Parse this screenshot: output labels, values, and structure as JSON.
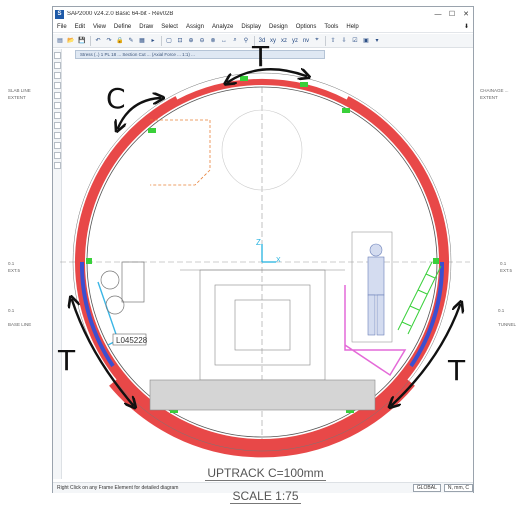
{
  "window": {
    "app_letter": "S",
    "title": "SAP2000 v24.2.0 Basic 64-bit - Rev02B",
    "minimize": "—",
    "maximize": "☐",
    "close": "✕"
  },
  "menu": [
    "File",
    "Edit",
    "View",
    "Define",
    "Draw",
    "Select",
    "Assign",
    "Analyze",
    "Display",
    "Design",
    "Options",
    "Tools",
    "Help"
  ],
  "menu_right_icon": "⬇",
  "toolbar": {
    "buttons": [
      "▤",
      "📂",
      "💾",
      "↶",
      "↷",
      "🔒",
      "✎",
      "▦",
      "▸",
      "▢",
      "⊡",
      "⊕",
      "⊖",
      "⊗",
      "↔",
      "⌕",
      "⚲",
      "3d",
      "xy",
      "xz",
      "yz",
      "nv",
      "⌖",
      "⇧",
      "⇩",
      "☑",
      "▣",
      "▾"
    ],
    "view_labels": [
      "3d",
      "xy",
      "xz",
      "yz"
    ]
  },
  "view_tab": "Stress (..) 1 PL 18 ... Section Cut ... (Axial Force ... 1:1) ...",
  "drawing": {
    "label_t_top": "T",
    "label_c": "C",
    "label_t_left": "T",
    "label_t_right": "T",
    "element_id": "L045228",
    "axis_z": "Z",
    "axis_x": "X",
    "left_notes": [
      "SLAB LINE",
      "EXTENT",
      "0.1",
      "EXT.5",
      "0.1",
      "BASE LINE"
    ],
    "right_notes": [
      "CHAINAGE ...",
      "EXTENT",
      "0.1",
      "EXT.5",
      "0.1",
      "TUNNEL"
    ]
  },
  "status": {
    "text": "Right Click on any Frame Element for detailed diagram",
    "coord_system": "GLOBAL",
    "units": "N, mm, C"
  },
  "captions": {
    "line1": "UPTRACK C=100mm",
    "line2": "SCALE 1:75"
  },
  "colors": {
    "ring_red": "#e84848",
    "ring_blue": "#3c4fd0",
    "highlight_green": "#39d03a",
    "pink": "#e46ad8",
    "cyan": "#3bb6e6",
    "orange": "#e8823a",
    "accent_blue": "#1e5aa8"
  }
}
